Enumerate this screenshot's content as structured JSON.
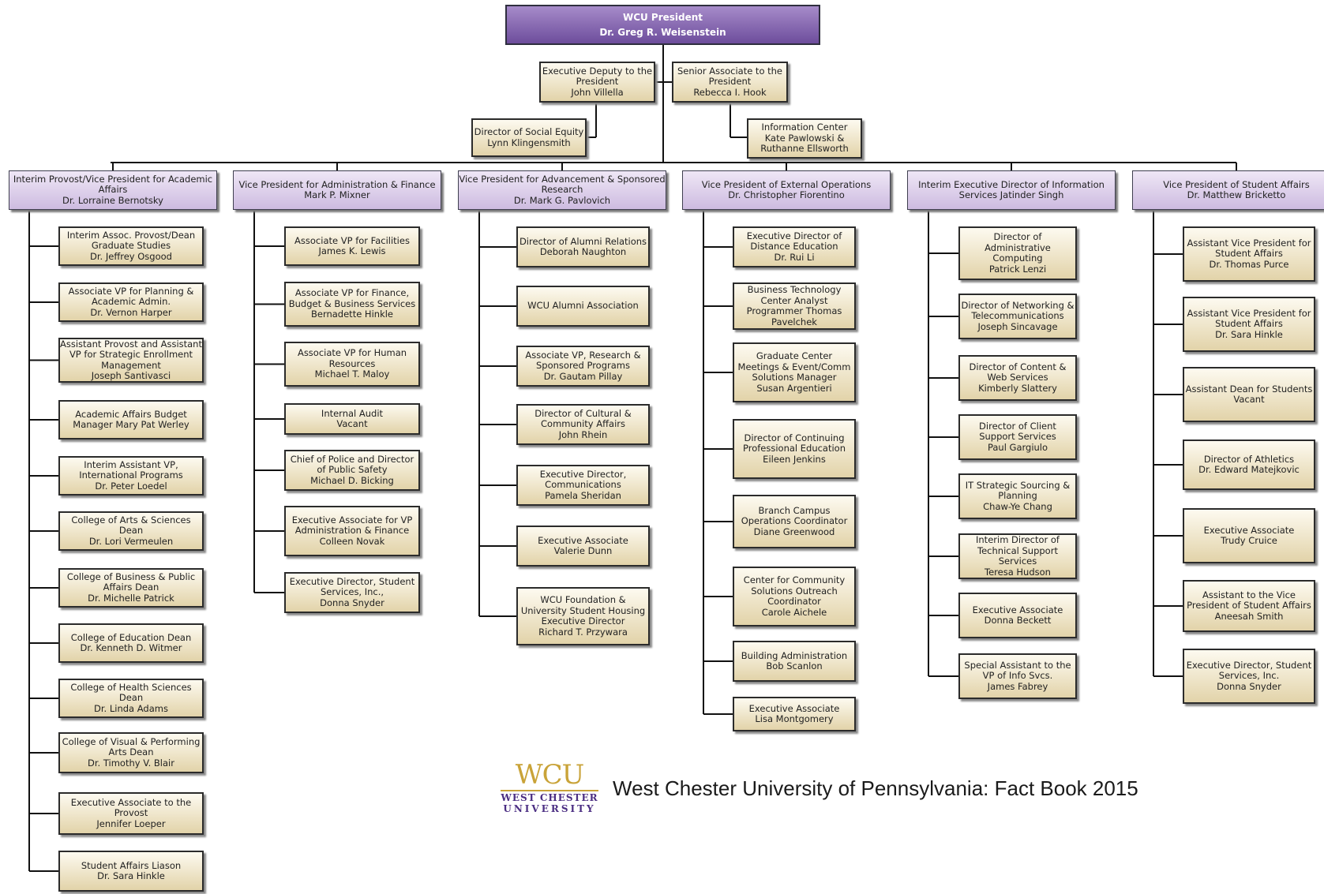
{
  "president": {
    "title": "WCU President",
    "name": "Dr. Greg R. Weisenstein"
  },
  "staff": [
    {
      "title": "Executive Deputy to the President",
      "name": "John Villella"
    },
    {
      "title": "Senior Associate to the President",
      "name": "Rebecca I. Hook"
    },
    {
      "title": "Director of Social Equity",
      "name": "Lynn Klingensmith"
    },
    {
      "title": "Information Center",
      "name": "Kate Pawlowski & Ruthanne Ellsworth"
    }
  ],
  "divisions": [
    {
      "head": {
        "title": "Interim Provost/Vice President for Academic Affairs",
        "name": "Dr. Lorraine Bernotsky"
      },
      "reports": [
        {
          "title": "Interim Assoc. Provost/Dean Graduate Studies",
          "name": "Dr. Jeffrey Osgood"
        },
        {
          "title": "Associate VP for Planning & Academic Admin.",
          "name": "Dr. Vernon Harper"
        },
        {
          "title": "Assistant Provost and Assistant VP for Strategic Enrollment Management",
          "name": "Joseph Santivasci"
        },
        {
          "title": "Academic Affairs Budget Manager Mary Pat Werley",
          "name": ""
        },
        {
          "title": "Interim Assistant VP, International Programs",
          "name": "Dr. Peter Loedel"
        },
        {
          "title": "College of Arts & Sciences Dean",
          "name": "Dr. Lori Vermeulen"
        },
        {
          "title": "College of Business & Public Affairs Dean",
          "name": "Dr. Michelle Patrick"
        },
        {
          "title": "College of Education Dean",
          "name": "Dr. Kenneth D. Witmer"
        },
        {
          "title": "College of Health Sciences Dean",
          "name": "Dr. Linda Adams"
        },
        {
          "title": "College of Visual & Performing Arts Dean",
          "name": "Dr. Timothy V. Blair"
        },
        {
          "title": "Executive Associate to the Provost",
          "name": "Jennifer Loeper"
        },
        {
          "title": "Student Affairs Liason",
          "name": "Dr. Sara Hinkle"
        }
      ]
    },
    {
      "head": {
        "title": "Vice President for Administration & Finance",
        "name": "Mark P. Mixner"
      },
      "reports": [
        {
          "title": "Associate VP for Facilities",
          "name": "James K. Lewis"
        },
        {
          "title": "Associate VP for Finance, Budget & Business Services",
          "name": "Bernadette Hinkle"
        },
        {
          "title": "Associate VP for Human Resources",
          "name": "Michael T. Maloy"
        },
        {
          "title": "Internal Audit",
          "name": "Vacant"
        },
        {
          "title": "Chief of Police and Director of Public Safety",
          "name": "Michael D. Bicking"
        },
        {
          "title": "Executive Associate for VP Administration & Finance",
          "name": "Colleen Novak"
        },
        {
          "title": "Executive Director, Student Services, Inc.,",
          "name": "Donna Snyder"
        }
      ]
    },
    {
      "head": {
        "title": "Vice President for Advancement & Sponsored Research",
        "name": "Dr. Mark G. Pavlovich"
      },
      "reports": [
        {
          "title": "Director of Alumni Relations",
          "name": "Deborah Naughton"
        },
        {
          "title": "WCU Alumni Association",
          "name": ""
        },
        {
          "title": "Associate VP, Research & Sponsored Programs",
          "name": "Dr. Gautam Pillay"
        },
        {
          "title": "Director of Cultural & Community Affairs",
          "name": "John Rhein"
        },
        {
          "title": "Executive Director, Communications",
          "name": "Pamela Sheridan"
        },
        {
          "title": "Executive Associate",
          "name": "Valerie Dunn"
        },
        {
          "title": "WCU Foundation & University Student Housing Executive Director",
          "name": "Richard T. Przywara"
        }
      ]
    },
    {
      "head": {
        "title": "Vice President of External Operations",
        "name": "Dr. Christopher Fiorentino"
      },
      "reports": [
        {
          "title": "Executive Director of Distance Education",
          "name": "Dr. Rui Li"
        },
        {
          "title": "Business Technology Center Analyst Programmer Thomas Pavelchek",
          "name": ""
        },
        {
          "title": "Graduate Center Meetings & Event/Comm Solutions Manager",
          "name": "Susan Argentieri"
        },
        {
          "title": "Director of Continuing Professional Education Eileen Jenkins",
          "name": ""
        },
        {
          "title": "Branch Campus Operations Coordinator",
          "name": "Diane Greenwood"
        },
        {
          "title": "Center for Community Solutions Outreach Coordinator",
          "name": "Carole Aichele"
        },
        {
          "title": "Building Administration",
          "name": "Bob Scanlon"
        },
        {
          "title": "Executive Associate",
          "name": "Lisa Montgomery"
        }
      ]
    },
    {
      "head": {
        "title": "Interim Executive Director of Information Services Jatinder Singh",
        "name": ""
      },
      "reports": [
        {
          "title": "Director of Administrative Computing",
          "name": "Patrick Lenzi"
        },
        {
          "title": "Director of Networking & Telecommunications",
          "name": "Joseph Sincavage"
        },
        {
          "title": "Director of Content & Web Services",
          "name": "Kimberly Slattery"
        },
        {
          "title": "Director of Client Support Services",
          "name": "Paul Gargiulo"
        },
        {
          "title": "IT Strategic Sourcing & Planning",
          "name": "Chaw-Ye Chang"
        },
        {
          "title": "Interim Director of Technical Support Services",
          "name": "Teresa Hudson"
        },
        {
          "title": "Executive Associate",
          "name": "Donna Beckett"
        },
        {
          "title": "Special Assistant to the VP of Info Svcs.",
          "name": "James Fabrey"
        }
      ]
    },
    {
      "head": {
        "title": "Vice President of Student Affairs",
        "name": "Dr. Matthew Bricketto"
      },
      "reports": [
        {
          "title": "Assistant Vice President for Student Affairs",
          "name": "Dr. Thomas Purce"
        },
        {
          "title": "Assistant Vice President for Student Affairs",
          "name": "Dr. Sara Hinkle"
        },
        {
          "title": "Assistant Dean for Students",
          "name": "Vacant"
        },
        {
          "title": "Director of Athletics",
          "name": "Dr. Edward Matejkovic"
        },
        {
          "title": "Executive Associate",
          "name": "Trudy Cruice"
        },
        {
          "title": "Assistant to the Vice President of Student Affairs Aneesah Smith",
          "name": ""
        },
        {
          "title": "Executive Director, Student Services, Inc.",
          "name": "Donna Snyder"
        }
      ]
    }
  ],
  "footer": {
    "logo_text": "WCU",
    "logo_line1": "WEST CHESTER",
    "logo_line2": "UNIVERSITY",
    "text": "West Chester University of Pennsylvania: Fact Book 2015"
  }
}
